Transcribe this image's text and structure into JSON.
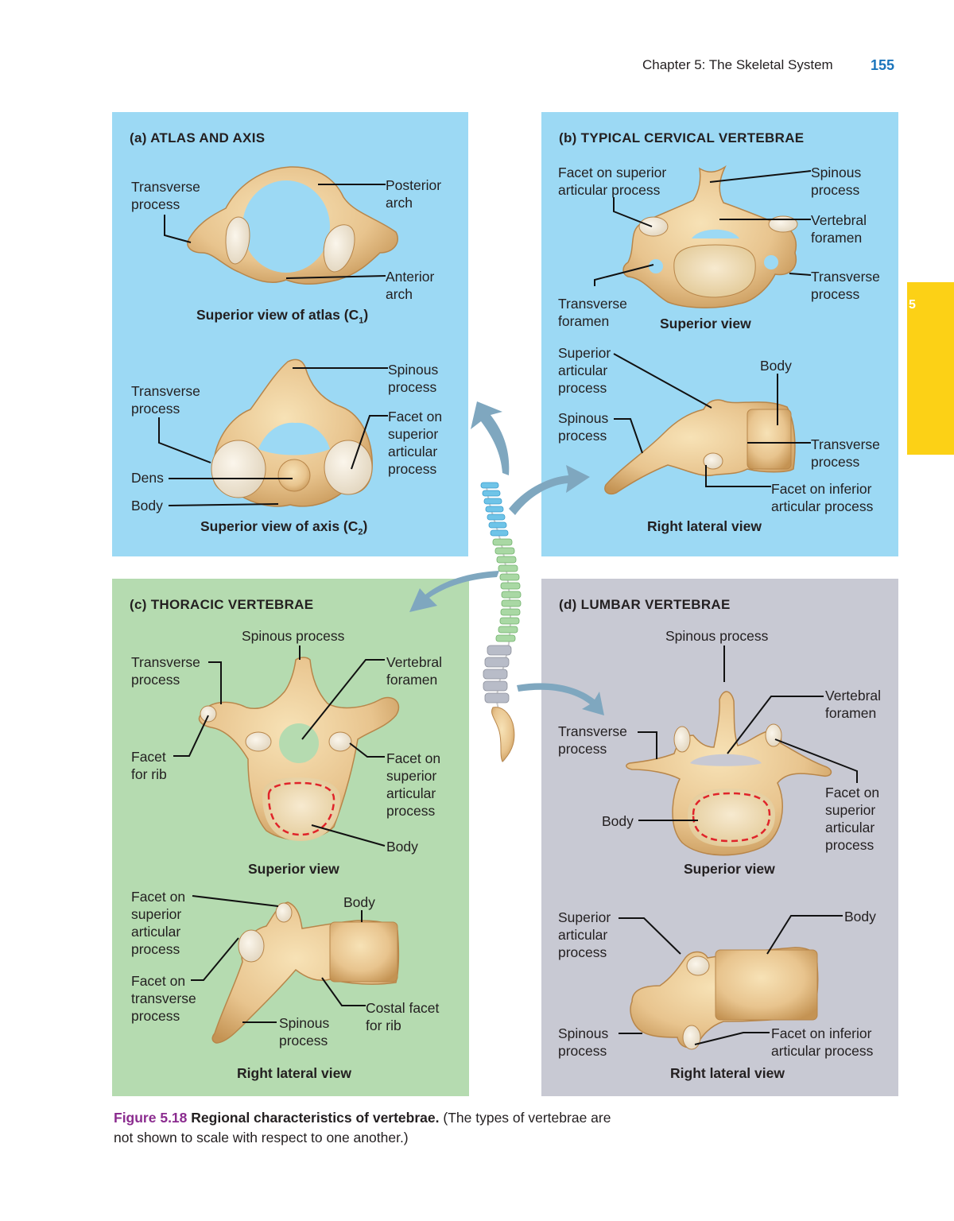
{
  "header": {
    "chapter": "Chapter 5: The Skeletal System",
    "page_number": "155",
    "tab_number": "5"
  },
  "panels": {
    "a": {
      "title": "(a)  ATLAS AND AXIS",
      "atlas": {
        "transverse": [
          "Transverse",
          "process"
        ],
        "posterior": [
          "Posterior",
          "arch"
        ],
        "anterior": [
          "Anterior",
          "arch"
        ],
        "view": "Superior view of atlas (C",
        "view_sub": "1",
        "view_end": ")"
      },
      "axis": {
        "spinous": [
          "Spinous",
          "process"
        ],
        "transverse": [
          "Transverse",
          "process"
        ],
        "facet": [
          "Facet on",
          "superior",
          "articular",
          "process"
        ],
        "dens": "Dens",
        "body": "Body",
        "view": "Superior view of axis (C",
        "view_sub": "2",
        "view_end": ")"
      }
    },
    "b": {
      "title": "(b)  TYPICAL CERVICAL VERTEBRAE",
      "superior": {
        "facet": [
          "Facet on superior",
          "articular process"
        ],
        "spinous": [
          "Spinous",
          "process"
        ],
        "foramen": [
          "Vertebral",
          "foramen"
        ],
        "transverse": [
          "Transverse",
          "process"
        ],
        "trans_foramen": [
          "Transverse",
          "foramen"
        ],
        "view": "Superior view"
      },
      "lateral": {
        "superior": [
          "Superior",
          "articular",
          "process"
        ],
        "body": "Body",
        "spinous": [
          "Spinous",
          "process"
        ],
        "transverse": [
          "Transverse",
          "process"
        ],
        "inferior": [
          "Facet on inferior",
          "articular process"
        ],
        "view": "Right lateral view"
      }
    },
    "c": {
      "title": "(c)  THORACIC VERTEBRAE",
      "superior": {
        "spinous": "Spinous process",
        "transverse": [
          "Transverse",
          "process"
        ],
        "foramen": [
          "Vertebral",
          "foramen"
        ],
        "facet_rib": [
          "Facet",
          "for rib"
        ],
        "facet_sup": [
          "Facet on",
          "superior",
          "articular",
          "process"
        ],
        "body": "Body",
        "view": "Superior view"
      },
      "lateral": {
        "facet_sup": [
          "Facet on",
          "superior",
          "articular",
          "process"
        ],
        "body": "Body",
        "facet_trans": [
          "Facet on",
          "transverse",
          "process"
        ],
        "costal": [
          "Costal facet",
          "for rib"
        ],
        "spinous": [
          "Spinous",
          "process"
        ],
        "view": "Right lateral view"
      }
    },
    "d": {
      "title": "(d)  LUMBAR VERTEBRAE",
      "superior": {
        "spinous": "Spinous process",
        "foramen": [
          "Vertebral",
          "foramen"
        ],
        "transverse": [
          "Transverse",
          "process"
        ],
        "facet": [
          "Facet on",
          "superior",
          "articular",
          "process"
        ],
        "body": "Body",
        "view": "Superior view"
      },
      "lateral": {
        "superior": [
          "Superior",
          "articular",
          "process"
        ],
        "body": "Body",
        "spinous": [
          "Spinous",
          "process"
        ],
        "inferior": [
          "Facet on inferior",
          "articular process"
        ],
        "view": "Right lateral view"
      }
    }
  },
  "caption": {
    "label": "Figure 5.18",
    "title": "Regional characteristics of vertebrae.",
    "text1": "(The types of vertebrae are",
    "text2": "not shown to scale with respect to one another.)"
  },
  "colors": {
    "cervical_panel": "#9cd9f4",
    "thoracic_panel": "#b5dbb0",
    "lumbar_panel": "#c8c9d3",
    "bone": "#e8c48e",
    "tab": "#fcd116",
    "page_number": "#1b75bc",
    "figure_label": "#8b2c8f"
  }
}
